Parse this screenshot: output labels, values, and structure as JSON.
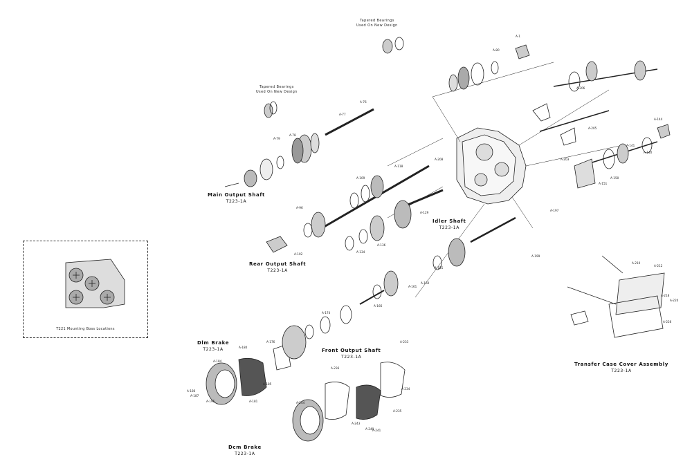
{
  "assemblies": {
    "main_output": {
      "title": "Main Output Shaft",
      "part": "T223-1A"
    },
    "rear_output": {
      "title": "Rear Output Shaft",
      "part": "T223-1A"
    },
    "idler": {
      "title": "Idler Shaft",
      "part": "T223-1A"
    },
    "front_output": {
      "title": "Front Output Shaft",
      "part": "T223-1A"
    },
    "dlm_brake": {
      "title": "Dlm Brake",
      "part": "T223-1A"
    },
    "dcm_brake": {
      "title": "Dcm Brake",
      "part": "T223-1A"
    },
    "cover": {
      "title": "Transfer Case Cover Assembly",
      "part": "T223-1A"
    }
  },
  "notes": {
    "tapered_1": {
      "line1": "Tapered Bearings",
      "line2": "Used On New Design"
    },
    "tapered_2": {
      "line1": "Tapered Bearings",
      "line2": "Used On New Design"
    }
  },
  "inset": {
    "caption": "T221 Mounting Boss Locations"
  },
  "part_labels": [
    "A-1",
    "A-76",
    "A-77",
    "A-78",
    "A-79",
    "A-80",
    "A-96",
    "A-102",
    "A-109",
    "A-118",
    "A-129",
    "A-134",
    "A-136",
    "A-140",
    "A-141",
    "A-144",
    "A-150",
    "A-151",
    "A-155",
    "A-160",
    "A-161",
    "A-166",
    "A-174",
    "A-176",
    "A-180",
    "A-181",
    "A-184",
    "A-185",
    "A-186",
    "A-187",
    "A-195",
    "A-197",
    "A-199",
    "A-203",
    "A-205",
    "A-206",
    "A-208",
    "A-210",
    "A-212",
    "A-218",
    "A-220",
    "A-226",
    "A-233",
    "A-234",
    "A-235",
    "A-236",
    "A-240",
    "A-241",
    "A-243",
    "A-244"
  ]
}
